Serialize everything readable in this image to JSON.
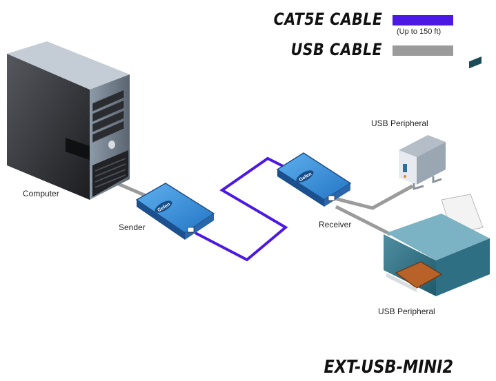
{
  "legend": {
    "cat5e_label": "CAT5E CABLE",
    "cat5e_note": "(Up to 150 ft)",
    "cat5e_color": "#4b18e4",
    "usb_label": "USB CABLE",
    "usb_color": "#9b9b9b"
  },
  "devices": {
    "computer_label": "Computer",
    "sender_label": "Sender",
    "receiver_label": "Receiver",
    "usb_peripheral_top_label": "USB Peripheral",
    "usb_peripheral_bottom_label": "USB Peripheral",
    "sender_logo": "Gefen",
    "receiver_logo": "Gefen"
  },
  "model_name": "EXT-USB-MINI2"
}
